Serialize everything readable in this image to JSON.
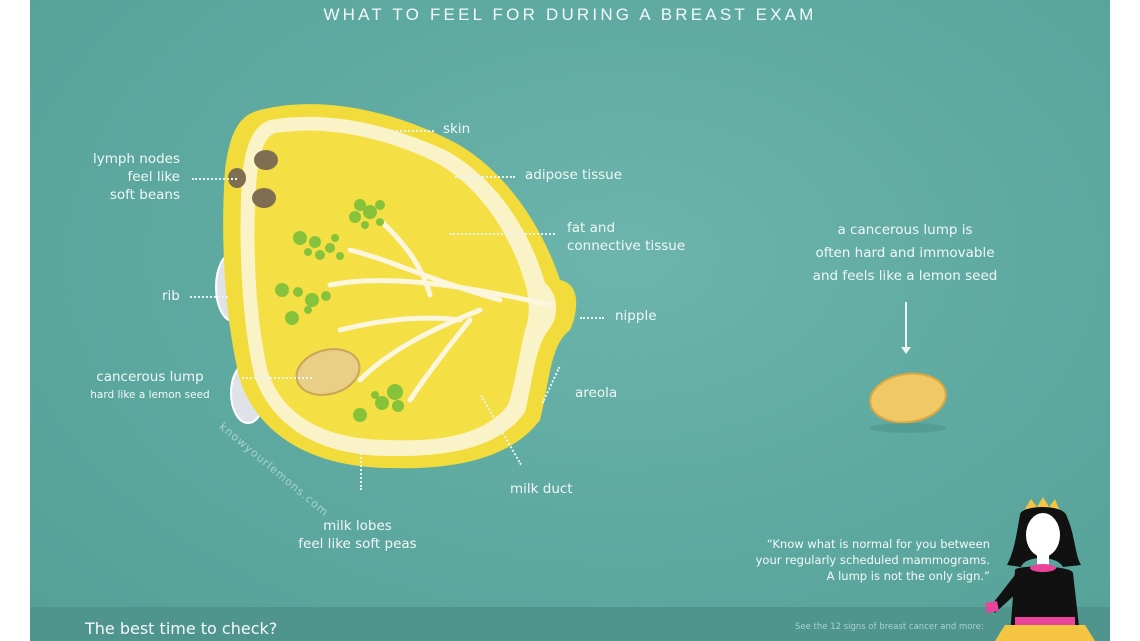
{
  "header": {
    "title": "WHAT TO FEEL FOR DURING A BREAST EXAM"
  },
  "labels": {
    "skin": "skin",
    "adipose": "adipose tissue",
    "fat_line1": "fat and",
    "fat_line2": "connective tissue",
    "lymph_line1": "lymph nodes",
    "lymph_line2": "feel like",
    "lymph_line3": "soft beans",
    "rib": "rib",
    "nipple": "nipple",
    "areola": "areola",
    "lump_line1": "cancerous lump",
    "lump_line2": "hard like a lemon seed",
    "milk_duct": "milk duct",
    "lobes_line1": "milk lobes",
    "lobes_line2": "feel like soft peas"
  },
  "watermark": "knowyourlemons.com",
  "side_note": {
    "line1": "a cancerous lump is",
    "line2": "often hard and immovable",
    "line3": "and feels like a lemon seed"
  },
  "quote": {
    "line1": "“Know what is normal for you between",
    "line2": "your regularly scheduled mammograms.",
    "line3": "A lump is not the only sign.”"
  },
  "footer": {
    "cta": "The best time to check?",
    "link": "See the 12 signs of breast cancer and more:"
  },
  "colors": {
    "background": "#5faaa1",
    "band": "#4f958d",
    "lemon": "#f2dc3c",
    "peas": "#8cc63f",
    "accent_pink": "#e8449a"
  }
}
